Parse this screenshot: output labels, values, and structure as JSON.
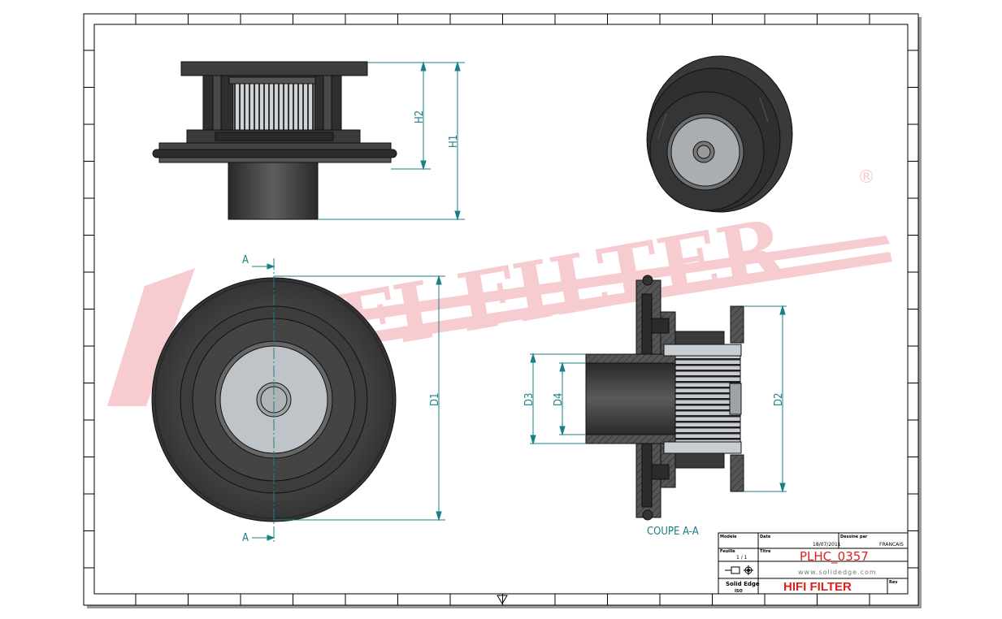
{
  "watermark": {
    "text": "HIFI FILTER",
    "registered": "®",
    "color": "#f5c4c8"
  },
  "dimensions": {
    "h1": "H1",
    "h2": "H2",
    "d1": "D1",
    "d2": "D2",
    "d3": "D3",
    "d4": "D4",
    "section_mark": "A"
  },
  "section_title": "COUPE A-A",
  "title_block": {
    "model_label": "Modèle",
    "date_label": "Date",
    "date_value": "18/07/2011",
    "drawn_by_label": "Dessiné par",
    "drawn_by_value": "FRANCAIS",
    "sheet_label": "Feuille",
    "sheet_value": "1 / 1",
    "title_label": "Titre",
    "part_number": "PLHC_0357",
    "website": "www.solidedge.com",
    "software": "Solid Edge",
    "software_sub": "ISO",
    "company": "HIFI FILTER",
    "rev_label": "Rev"
  },
  "colors": {
    "dimension": "#1a7f86",
    "title_red": "#e0201c",
    "part": "#3b3b3b"
  }
}
